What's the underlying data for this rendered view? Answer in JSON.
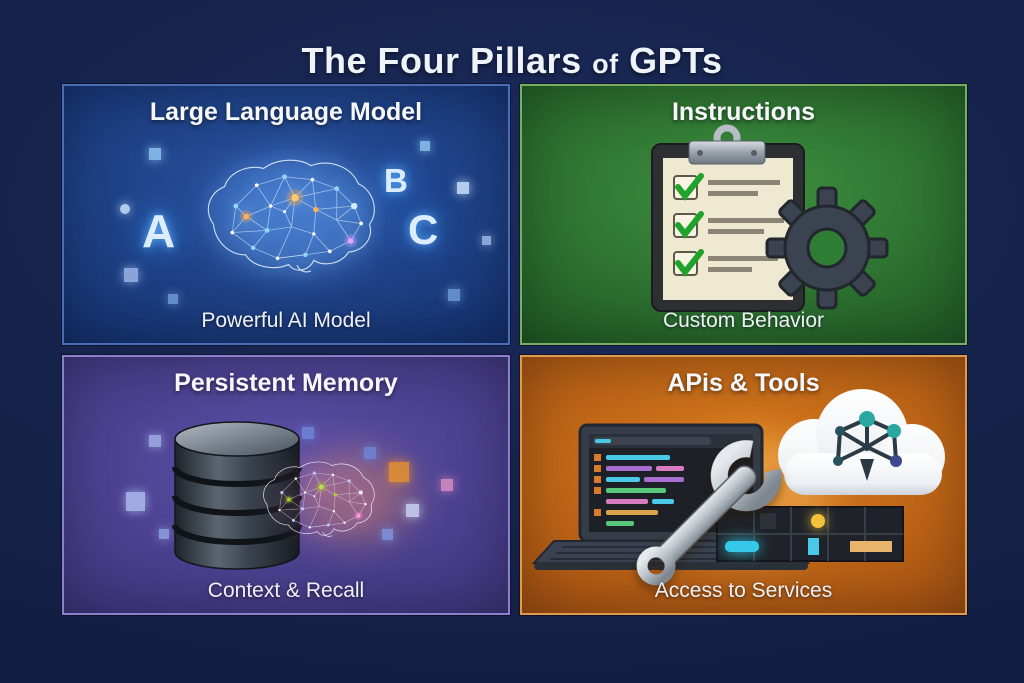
{
  "background": "#152248",
  "header": {
    "title_parts": [
      "The Four Pillars",
      "of",
      "GPTs"
    ]
  },
  "pillars": [
    {
      "title": "Large Language Model",
      "caption": "Powerful AI Model",
      "icon": "neural-network-brain",
      "letters": [
        "A",
        "B",
        "C"
      ],
      "colors": {
        "center": "#2a55a4",
        "edge": "#122c66",
        "border": "#4a6db8"
      }
    },
    {
      "title": "Instructions",
      "caption": "Custom Behavior",
      "icon": "checklist-clipboard-and-gear",
      "colors": {
        "center": "#3f9140",
        "edge": "#1c5422",
        "border": "#79ad62"
      }
    },
    {
      "title": "Persistent Memory",
      "caption": "Context & Recall",
      "icon": "database-and-brain",
      "colors": {
        "center": "#5d50a8",
        "edge": "#3a3276",
        "border": "#8b80cc"
      }
    },
    {
      "title": "APis & Tools",
      "caption": "Access to Services",
      "icon": "laptop-wrench-cloud-server",
      "colors": {
        "center": "#dd7f1e",
        "edge": "#9c4a10",
        "border": "#df9a50"
      }
    }
  ]
}
